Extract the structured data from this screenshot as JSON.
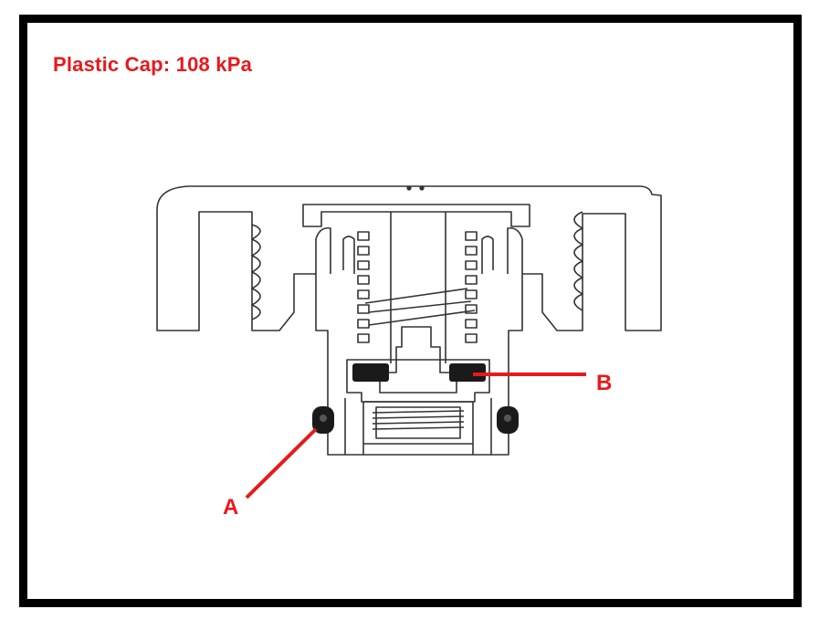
{
  "title": "Plastic Cap: 108 kPa",
  "callouts": {
    "a": "A",
    "b": "B"
  },
  "colors": {
    "accent": "#e8191c",
    "line": "#333333",
    "frame": "#000000",
    "seal": "#1a1a1a"
  }
}
